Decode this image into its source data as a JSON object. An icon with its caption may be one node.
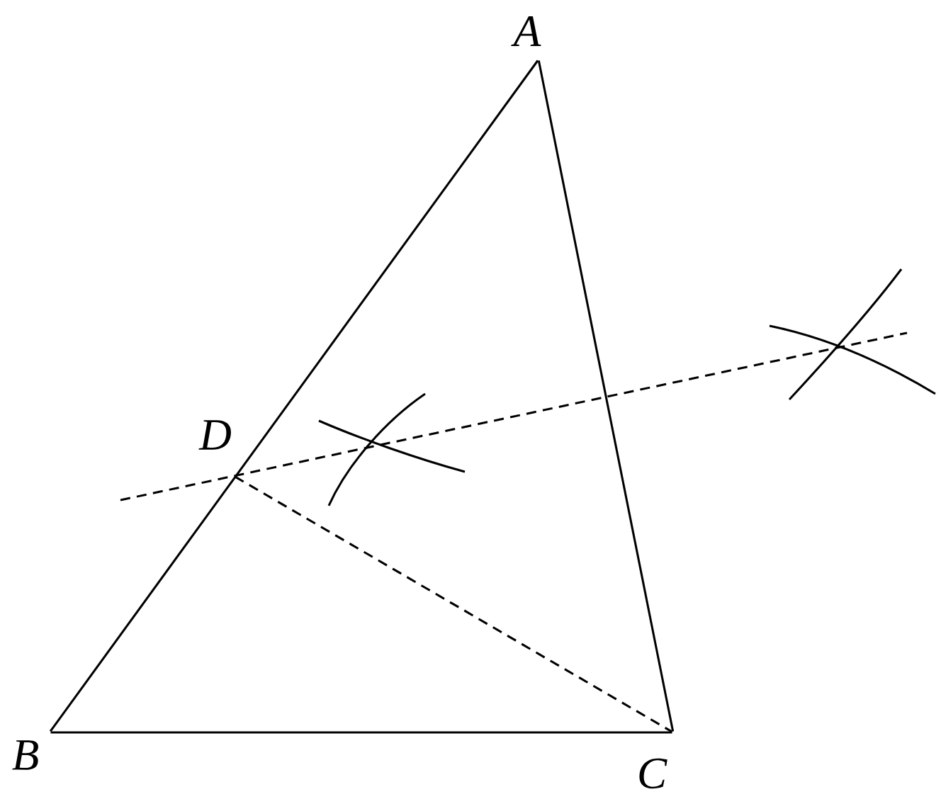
{
  "diagram": {
    "nodes": [
      {
        "text": [
          "A"
        ]
      },
      {
        "text": [
          "B"
        ]
      },
      {
        "text": [
          "C"
        ]
      },
      {
        "text": [
          "D"
        ]
      }
    ],
    "edges": [
      {
        "from": 0,
        "to": 1,
        "arrow": "none"
      },
      {
        "from": 1,
        "to": 2,
        "arrow": "none"
      },
      {
        "from": 2,
        "to": 0,
        "arrow": "none"
      },
      {
        "from": 3,
        "to": 2,
        "arrow": "none",
        "style": "dashed"
      }
    ]
  }
}
